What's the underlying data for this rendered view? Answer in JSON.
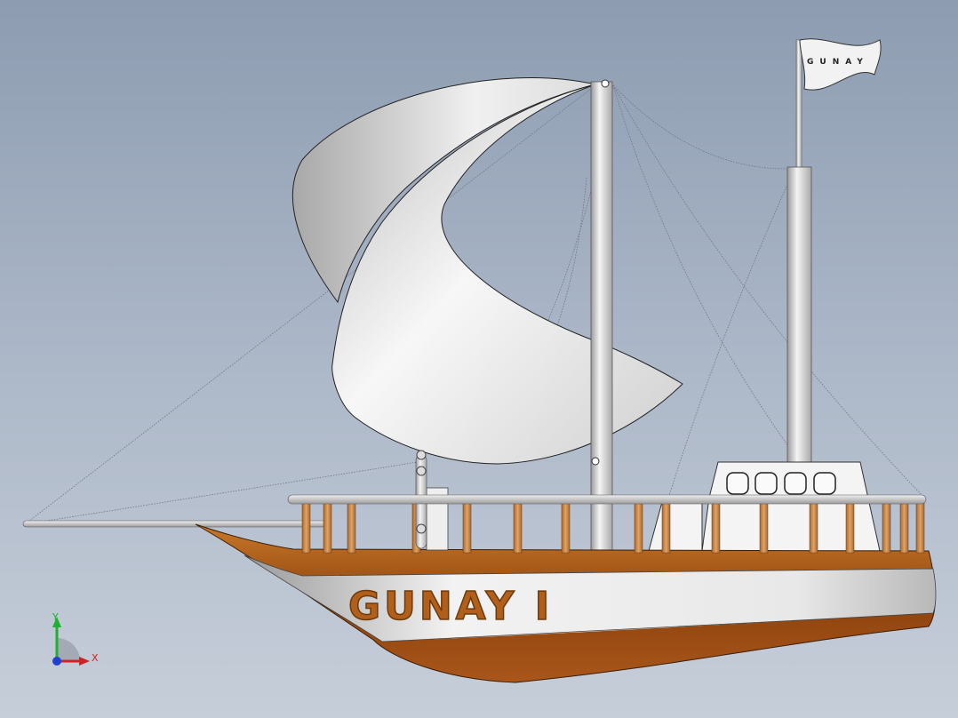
{
  "model": {
    "hull_name": "GUNAY I",
    "flag_text": "GUNAY"
  },
  "triad": {
    "x_label": "X",
    "y_label": "Y",
    "x_color": "#d42020",
    "y_color": "#20b030",
    "z_color": "#2040d0"
  },
  "colors": {
    "background_top": "#8d9cb1",
    "background_bottom": "#c6ced9",
    "hull_wood": "#a9561a",
    "hull_band": "#e4e4e4",
    "sail": "#ececec",
    "rail_post": "#d39557"
  }
}
